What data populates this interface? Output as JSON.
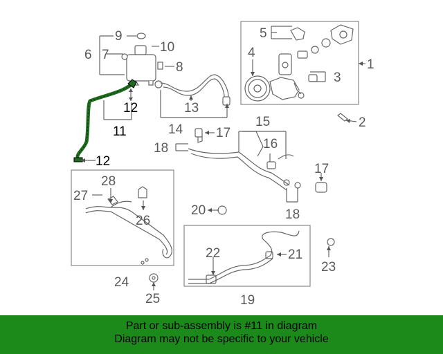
{
  "callouts": {
    "c1": "1",
    "c2": "2",
    "c3": "3",
    "c4": "4",
    "c5": "5",
    "c6": "6",
    "c7": "7",
    "c8": "8",
    "c9": "9",
    "c10": "10",
    "c11": "11",
    "c12a": "12",
    "c12b": "12",
    "c13": "13",
    "c14": "14",
    "c15": "15",
    "c16": "16",
    "c17a": "17",
    "c17b": "17",
    "c18a": "18",
    "c18b": "18",
    "c19": "19",
    "c20": "20",
    "c21": "21",
    "c22": "22",
    "c23": "23",
    "c24": "24",
    "c25": "25",
    "c26": "26",
    "c27": "27",
    "c28": "28"
  },
  "highlight_part": "11",
  "colors": {
    "highlight": "#1e6b1e",
    "line": "#6a6a6a",
    "box": "#888888",
    "banner": "#1b8a1b"
  },
  "banner": {
    "line1": "Part or sub-assembly is #11 in diagram",
    "line2": "Diagram may not be specific to your vehicle"
  }
}
